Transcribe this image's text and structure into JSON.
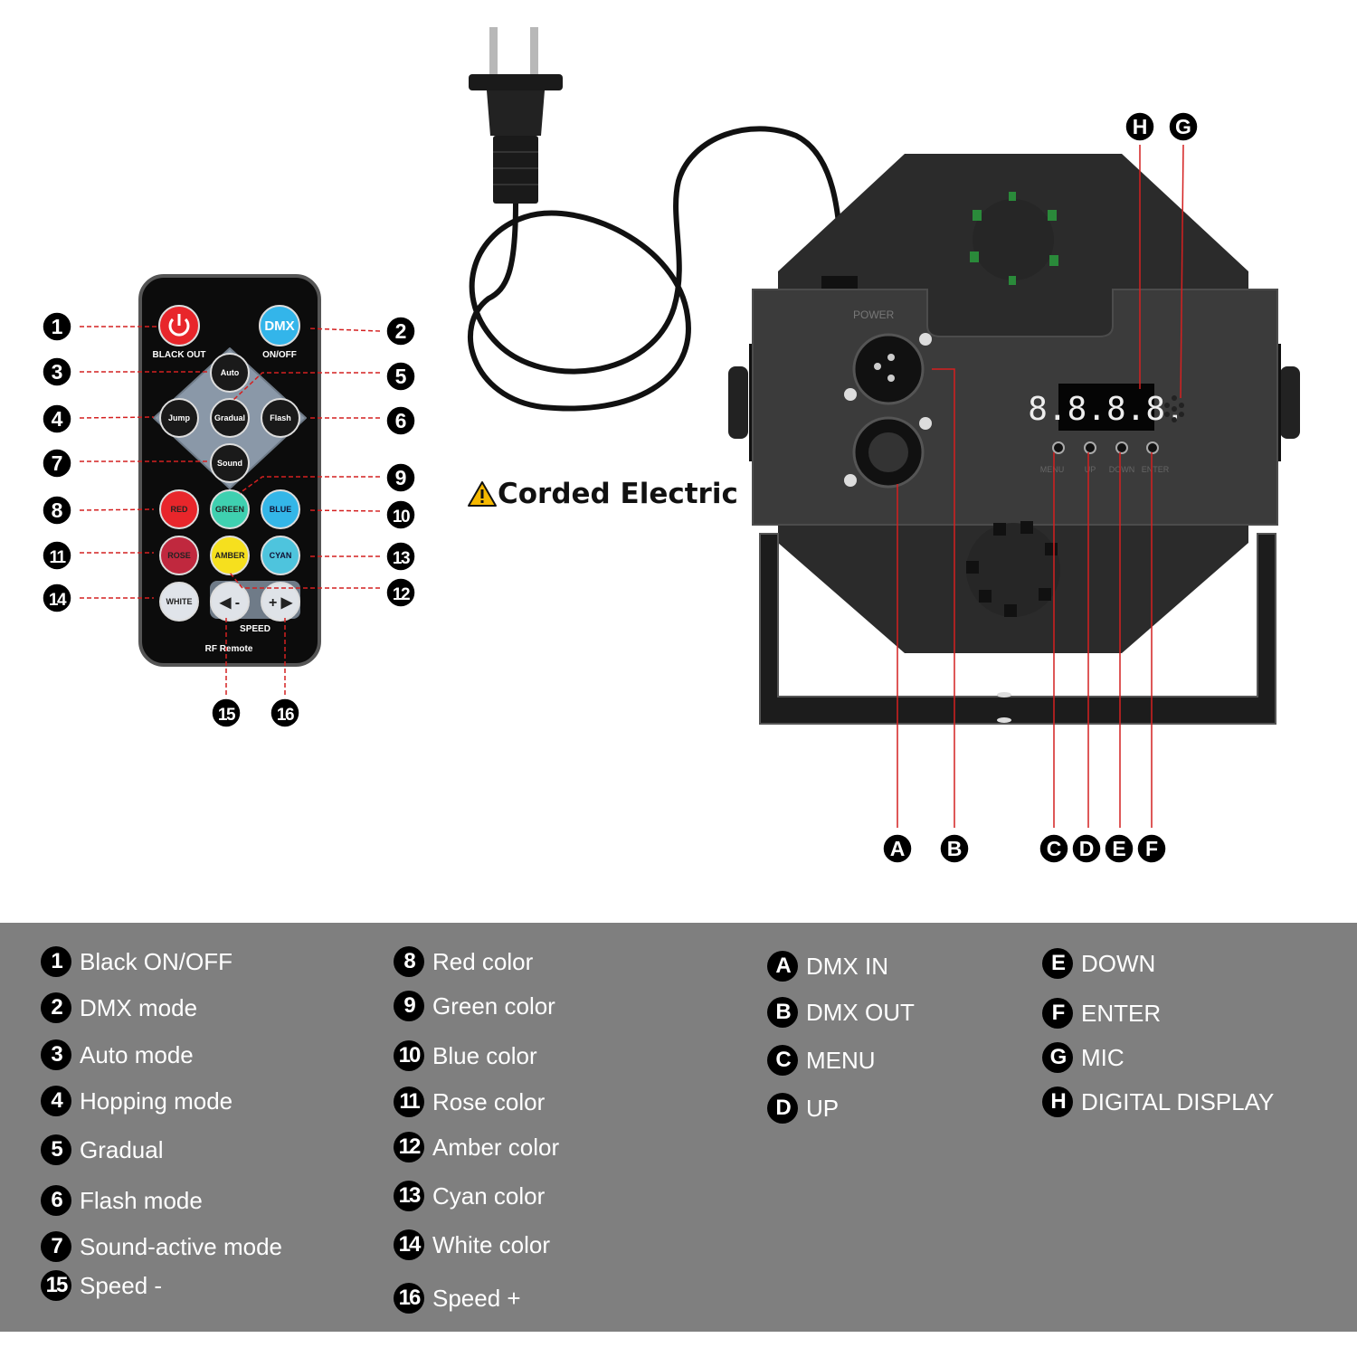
{
  "remote": {
    "buttons": [
      {
        "id": "black-out",
        "label": "",
        "color": "#e8262b"
      },
      {
        "id": "dmx",
        "label": "DMX",
        "color": "#33b5ea"
      },
      {
        "id": "auto",
        "label": "Auto",
        "color": "#1a1a1a"
      },
      {
        "id": "jump",
        "label": "Jump",
        "color": "#1a1a1a"
      },
      {
        "id": "gradual",
        "label": "Gradual",
        "color": "#1a1a1a"
      },
      {
        "id": "flash",
        "label": "Flash",
        "color": "#1a1a1a"
      },
      {
        "id": "sound",
        "label": "Sound",
        "color": "#1a1a1a"
      },
      {
        "id": "red",
        "label": "RED",
        "color": "#e8262b"
      },
      {
        "id": "green",
        "label": "GREEN",
        "color": "#3fd0b0"
      },
      {
        "id": "blue",
        "label": "BLUE",
        "color": "#34b6e8"
      },
      {
        "id": "rose",
        "label": "ROSE",
        "color": "#c0283e"
      },
      {
        "id": "amber",
        "label": "AMBER",
        "color": "#f6e01e"
      },
      {
        "id": "cyan",
        "label": "CYAN",
        "color": "#4ec4dd"
      },
      {
        "id": "white",
        "label": "WHITE",
        "color": "#e0e4ea"
      },
      {
        "id": "speed-minus",
        "label": "◀ -",
        "color": "#dfe3e8"
      },
      {
        "id": "speed-plus",
        "label": "+ ▶",
        "color": "#dfe3e8"
      }
    ],
    "black_out_label": "BLACK OUT",
    "dmx_onoff_label": "ON/OFF",
    "speed_label": "SPEED",
    "remote_name": "RF Remote"
  },
  "remote_callouts": [
    "1",
    "2",
    "3",
    "4",
    "5",
    "6",
    "7",
    "8",
    "9",
    "10",
    "11",
    "12",
    "13",
    "14",
    "15",
    "16"
  ],
  "device": {
    "power_label": "POWER",
    "display_value": "8.8.8.8.",
    "button_labels": [
      "MENU",
      "UP",
      "DOWN",
      "ENTER"
    ],
    "callouts": [
      "A",
      "B",
      "C",
      "D",
      "E",
      "F",
      "G",
      "H"
    ]
  },
  "corded_label": "Corded Electric",
  "warning_icon": "warning-triangle-icon",
  "legend": {
    "columns": [
      {
        "items": [
          {
            "badge": "1",
            "text": "Black ON/OFF"
          },
          {
            "badge": "2",
            "text": "DMX mode"
          },
          {
            "badge": "3",
            "text": "Auto mode"
          },
          {
            "badge": "4",
            "text": "Hopping mode"
          },
          {
            "badge": "5",
            "text": "Gradual"
          },
          {
            "badge": "6",
            "text": "Flash mode"
          },
          {
            "badge": "7",
            "text": "Sound-active mode"
          },
          {
            "badge": "15",
            "text": "Speed -"
          }
        ]
      },
      {
        "items": [
          {
            "badge": "8",
            "text": "Red color"
          },
          {
            "badge": "9",
            "text": "Green color"
          },
          {
            "badge": "10",
            "text": "Blue color"
          },
          {
            "badge": "11",
            "text": "Rose color"
          },
          {
            "badge": "12",
            "text": "Amber color"
          },
          {
            "badge": "13",
            "text": "Cyan color"
          },
          {
            "badge": "14",
            "text": "White color"
          },
          {
            "badge": "16",
            "text": "Speed +"
          }
        ]
      },
      {
        "items": [
          {
            "badge": "A",
            "text": "DMX IN"
          },
          {
            "badge": "B",
            "text": "DMX OUT"
          },
          {
            "badge": "C",
            "text": "MENU"
          },
          {
            "badge": "D",
            "text": "UP"
          }
        ]
      },
      {
        "items": [
          {
            "badge": "E",
            "text": "DOWN"
          },
          {
            "badge": "F",
            "text": "ENTER"
          },
          {
            "badge": "G",
            "text": "MIC"
          },
          {
            "badge": "H",
            "text": "DIGITAL DISPLAY"
          }
        ]
      }
    ]
  },
  "colors": {
    "callout_line": "#d42020",
    "legend_bg": "#7f7f7f",
    "badge": "#000000"
  }
}
